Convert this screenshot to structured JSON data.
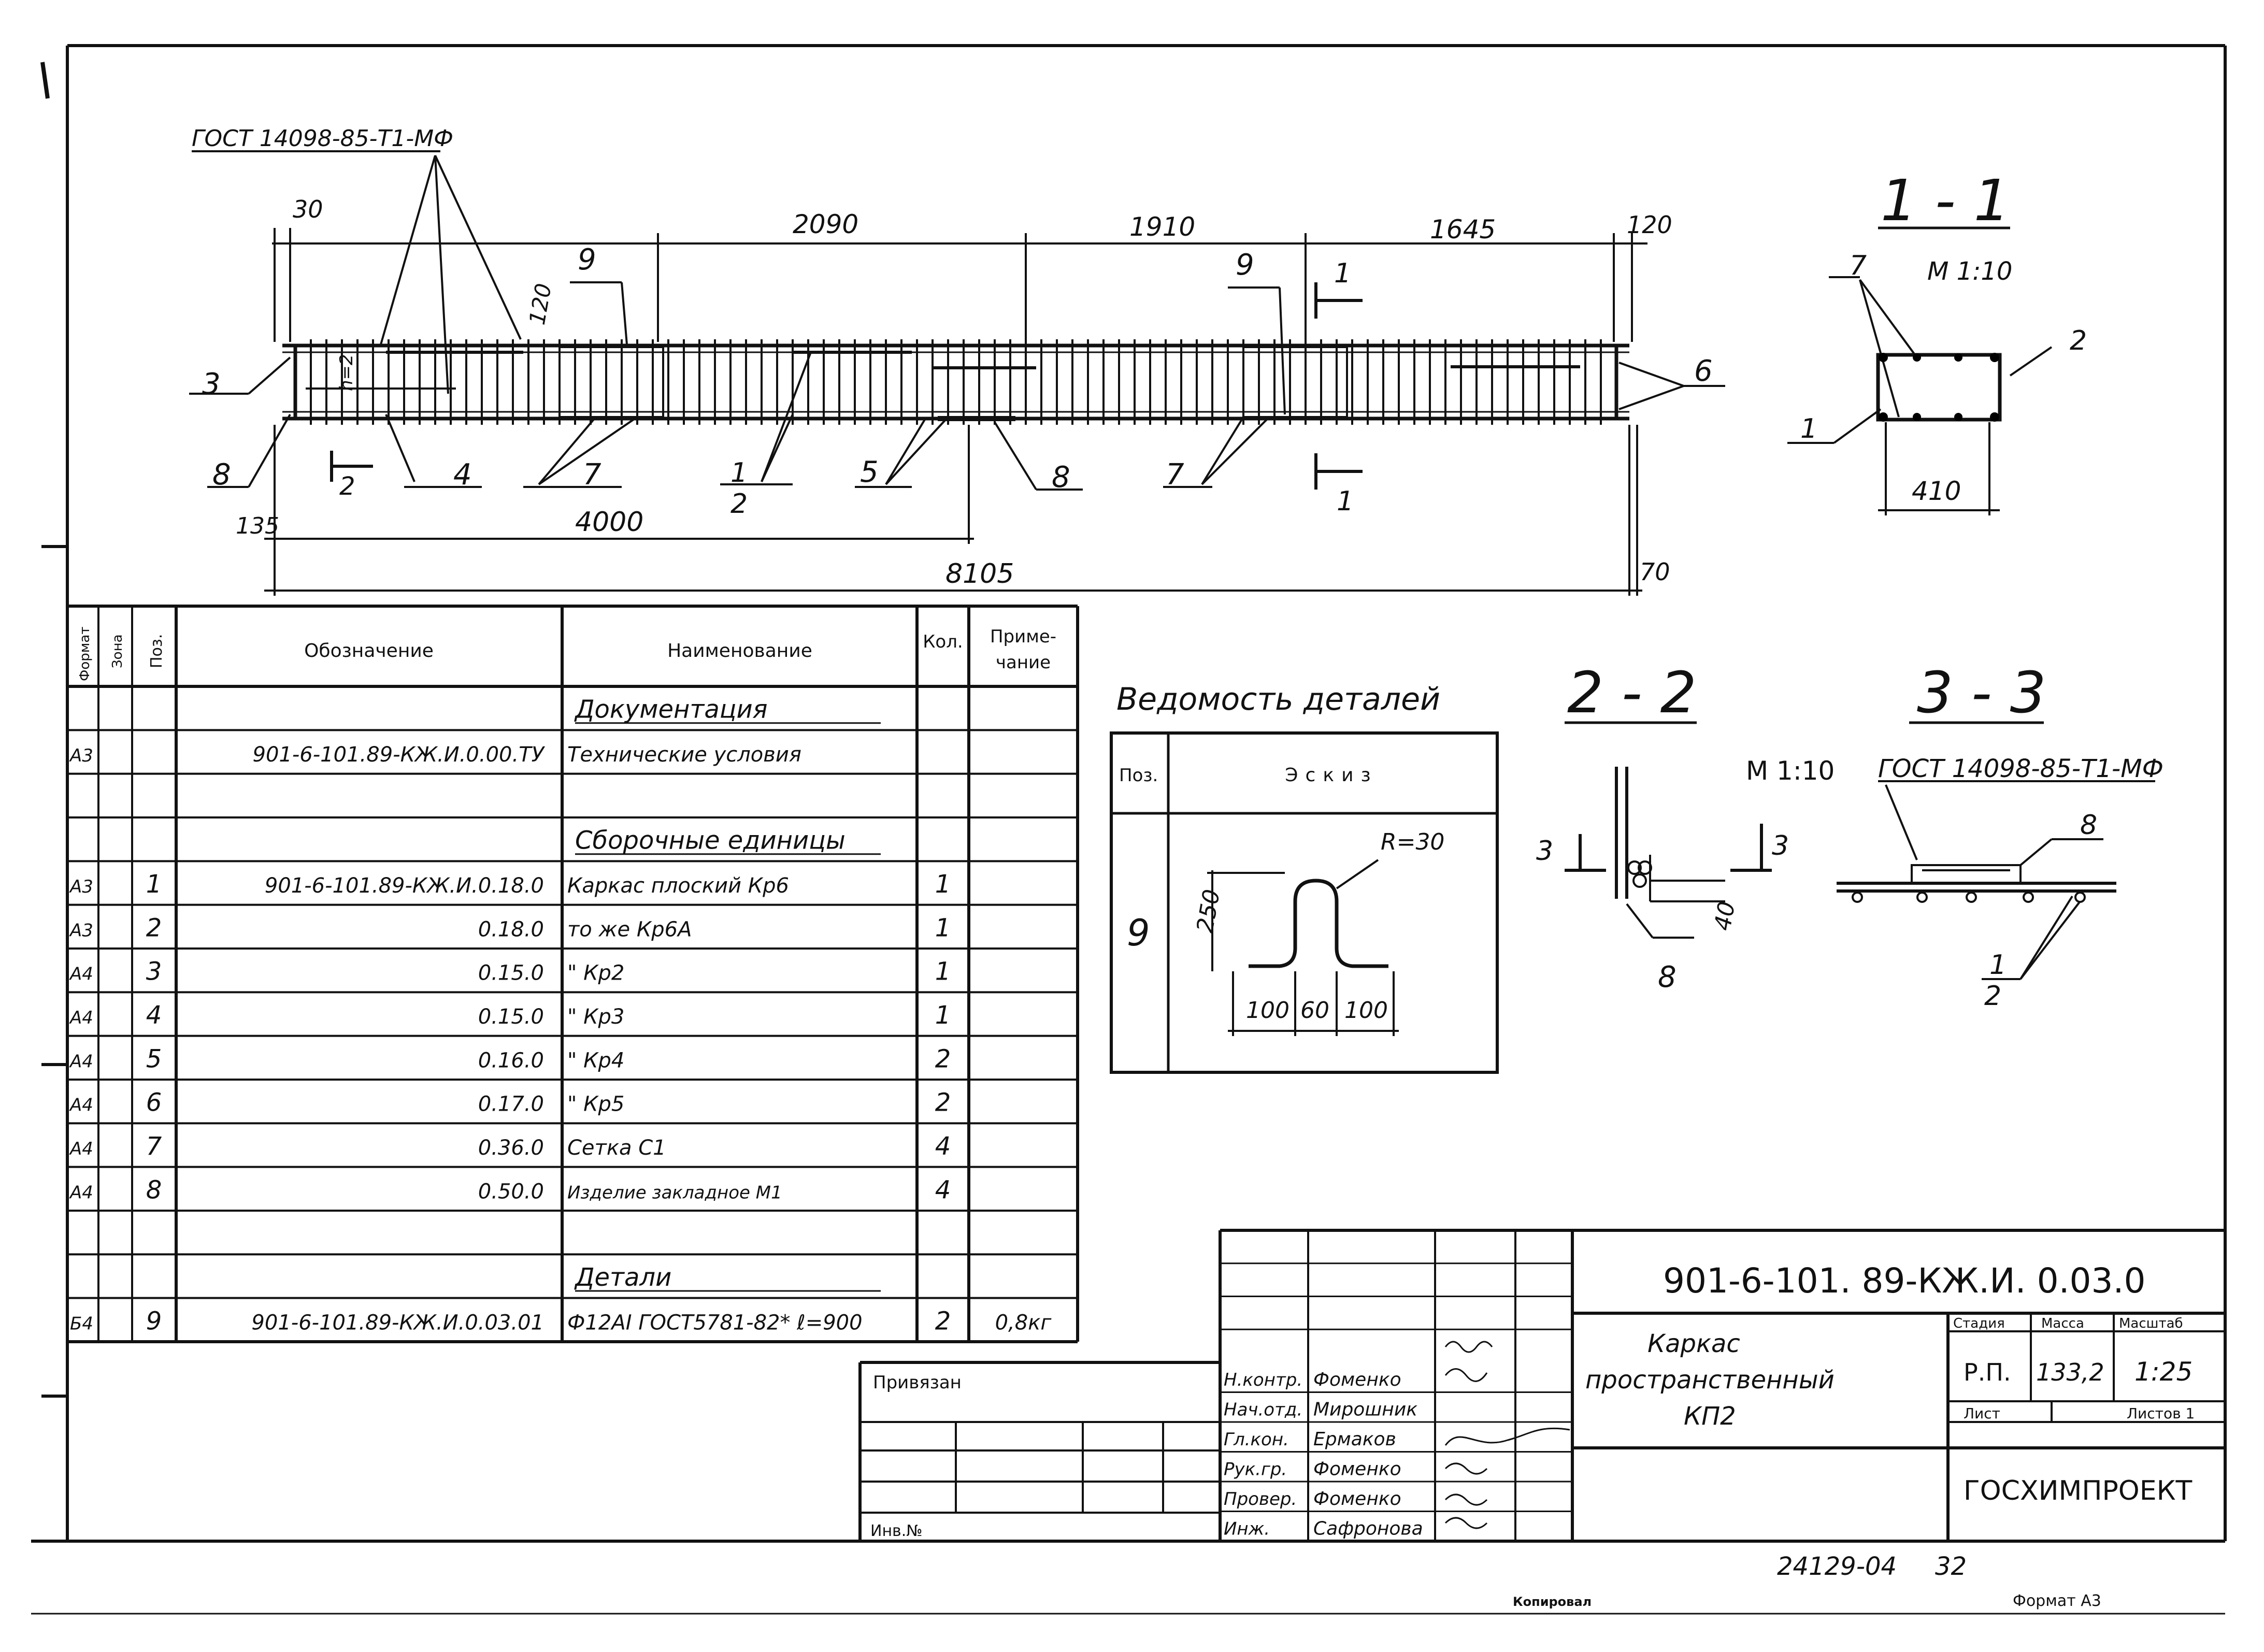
{
  "main_view": {
    "gost_label": "ГОСТ 14098-85-Т1-МФ",
    "dims_top": [
      "30",
      "2090",
      "1910",
      "1645",
      "120"
    ],
    "dim_120_left": "120",
    "dim_135": "135",
    "dim_4000": "4000",
    "dim_8105": "8105",
    "dim_70": "70",
    "dim_h": "h=2",
    "callouts": {
      "c3": "3",
      "c8a": "8",
      "c4": "4",
      "c7a": "7",
      "c1": "1",
      "c2": "2",
      "c5": "5",
      "c8b": "8",
      "c7b": "7",
      "c9a": "9",
      "c9b": "9",
      "c6": "6"
    },
    "section_marks": {
      "s1a": "1",
      "s1b": "1",
      "s2": "2"
    }
  },
  "section_1_1": {
    "title": "1 - 1",
    "scale": "М 1:10",
    "pos_7": "7",
    "pos_2": "2",
    "pos_1": "1",
    "width": "410"
  },
  "details": {
    "title": "Ведомость деталей",
    "col_pos": "Поз.",
    "col_sketch": "Эскиз",
    "row_pos": "9",
    "radius": "R=30",
    "height": "250",
    "dims": [
      "100",
      "60",
      "100"
    ]
  },
  "section_2_2": {
    "title": "2 - 2",
    "mark_left": "3",
    "mark_right": "3",
    "dim_40": "40",
    "pos_8": "8"
  },
  "section_3_3": {
    "title": "3 - 3",
    "scale": "М 1:10",
    "gost": "ГОСТ 14098-85-Т1-МФ",
    "pos_8": "8",
    "pos_1": "1",
    "pos_2": "2"
  },
  "spec_table": {
    "headers": {
      "format": "Формат",
      "zone": "Зона",
      "pos": "Поз.",
      "designation": "Обозначение",
      "name": "Наименование",
      "qty": "Кол.",
      "note_1": "Приме-",
      "note_2": "чание"
    },
    "rows": [
      {
        "format": "",
        "pos": "",
        "designation": "",
        "name": "Документация",
        "qty": "",
        "note": "",
        "heading": true
      },
      {
        "format": "А3",
        "pos": "",
        "designation": "901-6-101.89-КЖ.И.0.00.ТУ",
        "name": "Технические условия",
        "qty": "",
        "note": ""
      },
      {
        "format": "",
        "pos": "",
        "designation": "",
        "name": "",
        "qty": "",
        "note": ""
      },
      {
        "format": "",
        "pos": "",
        "designation": "",
        "name": "Сборочные единицы",
        "qty": "",
        "note": "",
        "heading": true
      },
      {
        "format": "А3",
        "pos": "1",
        "designation": "901-6-101.89-КЖ.И.0.18.0",
        "name": "Каркас плоский Кр6",
        "qty": "1",
        "note": ""
      },
      {
        "format": "А3",
        "pos": "2",
        "designation": "0.18.0",
        "name": "то же    Кр6А",
        "qty": "1",
        "note": ""
      },
      {
        "format": "А4",
        "pos": "3",
        "designation": "0.15.0",
        "name": "\"        Кр2",
        "qty": "1",
        "note": ""
      },
      {
        "format": "А4",
        "pos": "4",
        "designation": "0.15.0",
        "name": "\"        Кр3",
        "qty": "1",
        "note": ""
      },
      {
        "format": "А4",
        "pos": "5",
        "designation": "0.16.0",
        "name": "\"        Кр4",
        "qty": "2",
        "note": ""
      },
      {
        "format": "А4",
        "pos": "6",
        "designation": "0.17.0",
        "name": "\"        Кр5",
        "qty": "2",
        "note": ""
      },
      {
        "format": "А4",
        "pos": "7",
        "designation": "0.36.0",
        "name": "Сетка    С1",
        "qty": "4",
        "note": ""
      },
      {
        "format": "А4",
        "pos": "8",
        "designation": "0.50.0",
        "name": "Изделие закладное  М1",
        "qty": "4",
        "note": ""
      },
      {
        "format": "",
        "pos": "",
        "designation": "",
        "name": "",
        "qty": "",
        "note": ""
      },
      {
        "format": "",
        "pos": "",
        "designation": "",
        "name": "Детали",
        "qty": "",
        "note": "",
        "heading": true
      },
      {
        "format": "Б4",
        "pos": "9",
        "designation": "901-6-101.89-КЖ.И.0.03.01",
        "name": "Ф12АI ГОСТ5781-82* ℓ=900",
        "qty": "2",
        "note": "0,8кг"
      }
    ]
  },
  "title_block": {
    "code": "901-6-101. 89-КЖ.И. 0.03.0",
    "name_lines": [
      "Каркас",
      "пространственный",
      "КП2"
    ],
    "stage_label": "Стадия",
    "mass_label": "Масса",
    "scale_label": "Масштаб",
    "stage": "Р.П.",
    "mass": "133,2",
    "scale": "1:25",
    "sheet_label": "Лист",
    "sheets_label": "Листов 1",
    "org": "ГОСХИМПРОЕКТ",
    "privyazan": "Привязан",
    "inv": "Инв.№",
    "staff": [
      {
        "role": "Н.контр.",
        "name": "Фоменко"
      },
      {
        "role": "Нач.отд.",
        "name": "Мирошник"
      },
      {
        "role": "Гл.кон.",
        "name": "Ермаков"
      },
      {
        "role": "Рук.гр.",
        "name": "Фоменко"
      },
      {
        "role": "Провер.",
        "name": "Фоменко"
      },
      {
        "role": "Инж.",
        "name": "Сафронова"
      }
    ]
  },
  "footer": {
    "number": "24129-04",
    "sheet_num": "32",
    "copied": "Копировал",
    "format": "Формат А3"
  }
}
